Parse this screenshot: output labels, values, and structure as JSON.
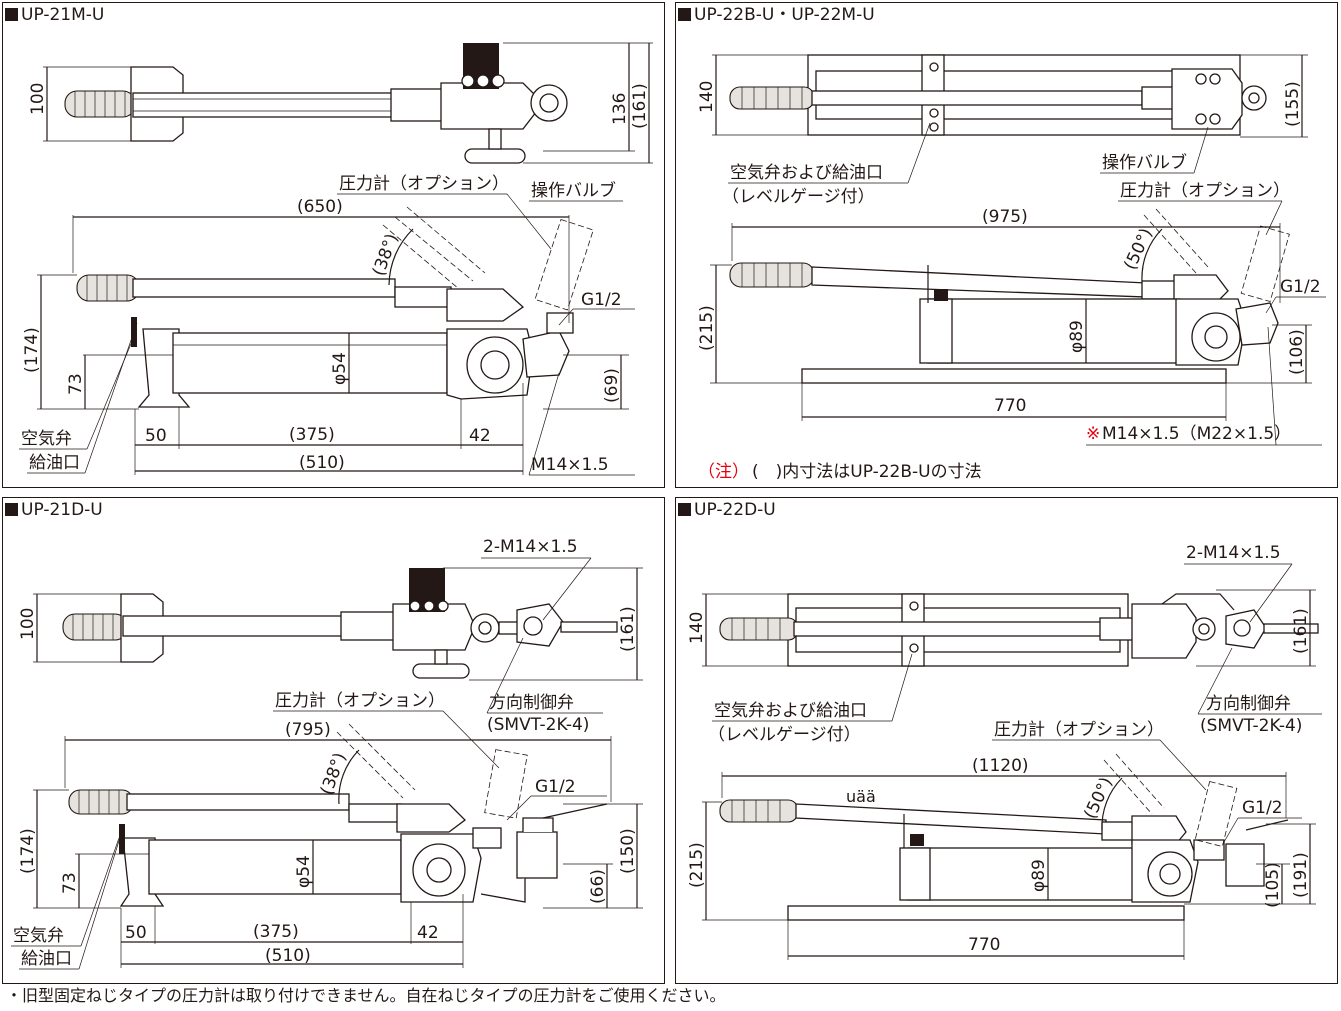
{
  "panels": {
    "p1": {
      "title": "UP-21M-U",
      "dims": {
        "d100": "100",
        "d136": "136",
        "d161": "(161)",
        "d650": "(650)",
        "d38": "(38°)",
        "d174": "(174)",
        "d73": "73",
        "phi54": "φ54",
        "d69": "(69)",
        "d50": "50",
        "d375": "(375)",
        "d42": "42",
        "d510": "(510)",
        "m14": "M14×1.5",
        "g12": "G1/2"
      },
      "labels": {
        "gauge": "圧力計（オプション）",
        "valve": "操作バルブ",
        "air": "空気弁",
        "oil": "給油口"
      }
    },
    "p2": {
      "title": "UP-22B-U・UP-22M-U",
      "dims": {
        "d140": "140",
        "d155": "(155)",
        "d975": "(975)",
        "d50": "(50°)",
        "d215": "(215)",
        "phi89": "φ89",
        "d106": "(106)",
        "d770": "770",
        "g12": "G1/2",
        "m14": "M14×1.5（M22×1.5）"
      },
      "labels": {
        "air_oil": "空気弁および給油口",
        "level": "（レベルゲージ付）",
        "valve": "操作バルブ",
        "gauge": "圧力計（オプション）",
        "mark": "※"
      },
      "note": {
        "label": "（注）",
        "text": "(　)内寸法はUP-22B-Uの寸法"
      }
    },
    "p3": {
      "title": "UP-21D-U",
      "dims": {
        "d100": "100",
        "d161": "(161)",
        "m14": "2-M14×1.5",
        "d795": "(795)",
        "d38": "(38°)",
        "d174": "(174)",
        "d73": "73",
        "phi54": "φ54",
        "d150": "(150)",
        "d66": "(66)",
        "d50": "50",
        "d375": "(375)",
        "d42": "42",
        "d510": "(510)",
        "g12": "G1/2"
      },
      "labels": {
        "gauge": "圧力計（オプション）",
        "dir": "方向制御弁",
        "model": "(SMVT-2K-4)",
        "air": "空気弁",
        "oil": "給油口"
      }
    },
    "p4": {
      "title": "UP-22D-U",
      "dims": {
        "m14": "2-M14×1.5",
        "d140": "140",
        "d161": "(161)",
        "d1120": "(1120)",
        "d50": "(50°)",
        "d215": "(215)",
        "phi89": "φ89",
        "d105": "(105)",
        "d191": "(191)",
        "d770": "770",
        "g12": "G1/2",
        "stray": "uää"
      },
      "labels": {
        "air_oil": "空気弁および給油口",
        "level": "（レベルゲージ付）",
        "gauge": "圧力計（オプション）",
        "dir": "方向制御弁",
        "model": "(SMVT-2K-4)"
      }
    }
  },
  "footer": "・旧型固定ねじタイプの圧力計は取り付けできません。自在ねじタイプの圧力計をご使用ください。",
  "colors": {
    "line": "#231815",
    "accent": "#e60012"
  }
}
